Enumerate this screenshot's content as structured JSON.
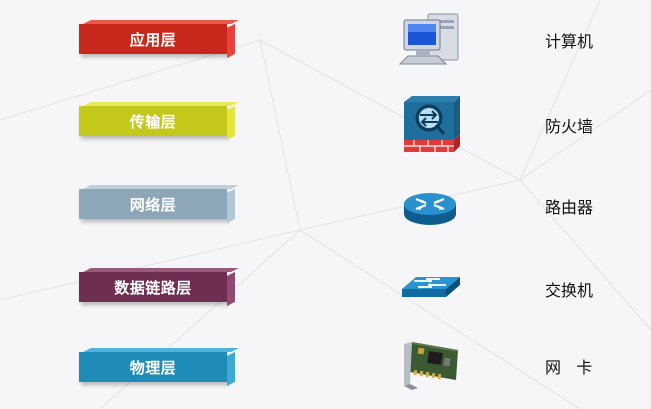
{
  "rows": [
    {
      "layer": "应用层",
      "device": "计算机",
      "device_icon": "computer-icon",
      "color": "#c8281c",
      "side_color": "#e8423a",
      "top_color": "#e85a4a"
    },
    {
      "layer": "传输层",
      "device": "防火墙",
      "device_icon": "firewall-icon",
      "color": "#c3c81a",
      "side_color": "#e1e640",
      "top_color": "#e6ea5a"
    },
    {
      "layer": "网络层",
      "device": "路由器",
      "device_icon": "router-icon",
      "color": "#8ea7b8",
      "side_color": "#b2c6d4",
      "top_color": "#bccfdc"
    },
    {
      "layer": "数据链路层",
      "device": "交换机",
      "device_icon": "switch-icon",
      "color": "#6e2e52",
      "side_color": "#8e4a70",
      "top_color": "#9a5a7e"
    },
    {
      "layer": "物理层",
      "device": "网   卡",
      "device_icon": "network-card-icon",
      "color": "#1f8bb8",
      "side_color": "#3daad6",
      "top_color": "#4eb4de"
    }
  ]
}
